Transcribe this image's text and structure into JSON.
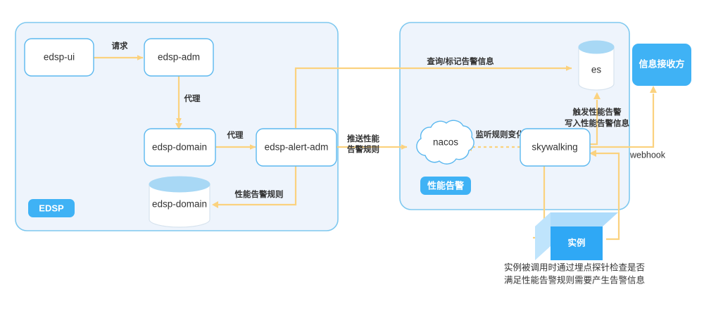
{
  "diagram": {
    "panels": [
      {
        "id": "edsp",
        "badge": "EDSP"
      },
      {
        "id": "perf",
        "badge": "性能告警"
      }
    ],
    "nodes": {
      "edsp_ui": "edsp-ui",
      "edsp_adm": "edsp-adm",
      "edsp_domain_svc": "edsp-domain",
      "edsp_alert_adm": "edsp-alert-adm",
      "edsp_domain_db": "edsp-domain",
      "nacos": "nacos",
      "skywalking": "skywalking",
      "es": "es",
      "receiver": "信息接收方",
      "instance": "实例"
    },
    "edges": {
      "request": "请求",
      "proxy_adm_domain": "代理",
      "proxy_domain_alert": "代理",
      "perf_alert_rule": "性能告警规则",
      "push_rule_line1": "推送性能",
      "push_rule_line2": "告警规则",
      "query_mark_alert": "查询/标记告警信息",
      "listen_rule_change": "监听规则变化",
      "trigger_line1": "触发性能告警",
      "trigger_line2": "写入性能告警信息",
      "webhook": "webhook"
    },
    "caption": {
      "line1": "实例被调用时通过埋点探针检查是否",
      "line2": "满足性能告警规则需要产生告警信息"
    },
    "colors": {
      "panel_fill": "#eef4fc",
      "panel_stroke": "#7ec8ef",
      "node_stroke": "#5bb8ef",
      "flow": "#fbd27f",
      "badge": "#3fb2f5",
      "cube_front": "#2fa8f5",
      "cylinder_top": "#a8d8f5"
    }
  }
}
